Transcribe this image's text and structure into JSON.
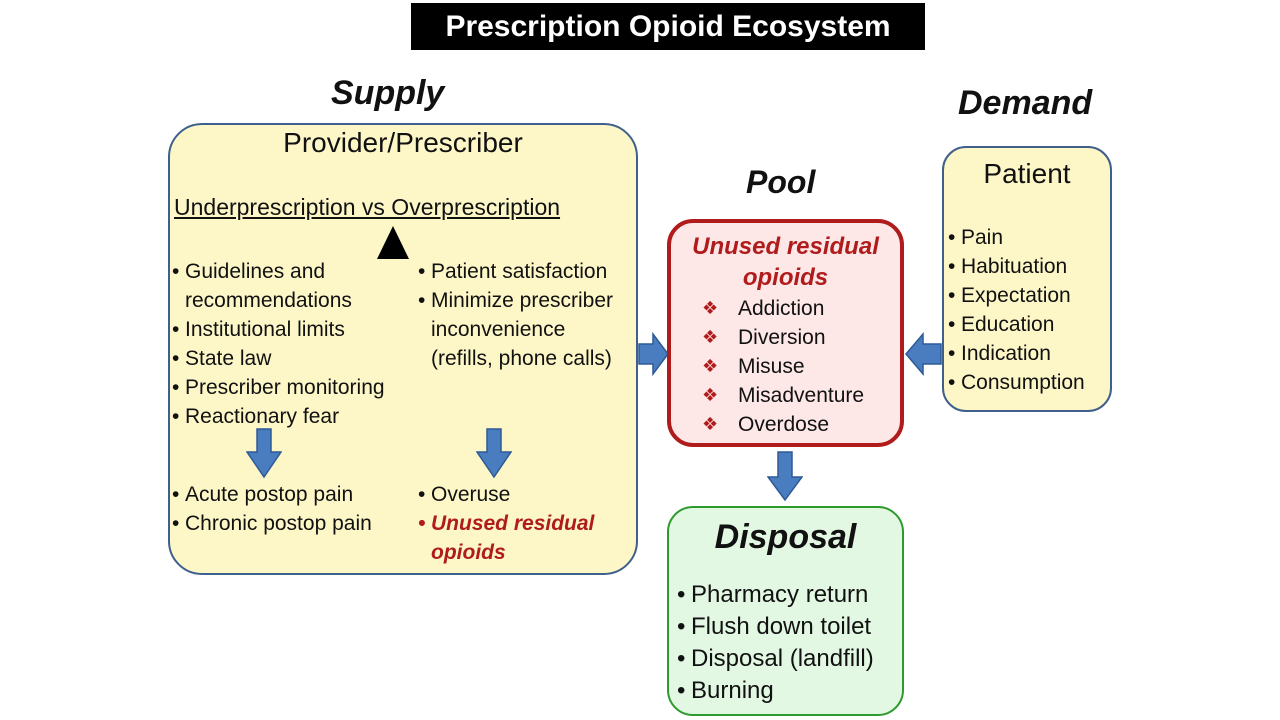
{
  "title": "Prescription Opioid Ecosystem",
  "headings": {
    "supply": "Supply",
    "demand": "Demand",
    "pool": "Pool"
  },
  "supply": {
    "box_title": "Provider/Prescriber",
    "balance_label": "Underprescription vs Overprescription",
    "left_factors": [
      "Guidelines and",
      "recommendations",
      "Institutional limits",
      "State law",
      "Prescriber monitoring",
      "Reactionary fear"
    ],
    "right_factors": [
      "Patient satisfaction",
      "Minimize prescriber",
      "inconvenience",
      "(refills, phone calls)"
    ],
    "left_outcomes": [
      "Acute postop pain",
      "Chronic postop pain"
    ],
    "right_outcomes": [
      "Overuse",
      "Unused residual",
      "opioids"
    ]
  },
  "demand": {
    "box_title": "Patient",
    "items": [
      "Pain",
      "Habituation",
      "Expectation",
      "Education",
      "Indication",
      "Consumption"
    ]
  },
  "pool": {
    "title_line1": "Unused residual",
    "title_line2": "opioids",
    "items": [
      "Addiction",
      "Diversion",
      "Misuse",
      "Misadventure",
      "Overdose"
    ]
  },
  "disposal": {
    "title": "Disposal",
    "items": [
      "Pharmacy return",
      "Flush down toilet",
      "Disposal (landfill)",
      "Burning"
    ]
  },
  "colors": {
    "yellow_fill": "#fdf7c8",
    "blue_border": "#3f5f8c",
    "red_accent": "#b01c1c",
    "pool_fill": "#fde7e7",
    "green_border": "#2d9a2d",
    "disposal_fill": "#e3f8e3",
    "arrow_blue": "#4a7cc0"
  }
}
